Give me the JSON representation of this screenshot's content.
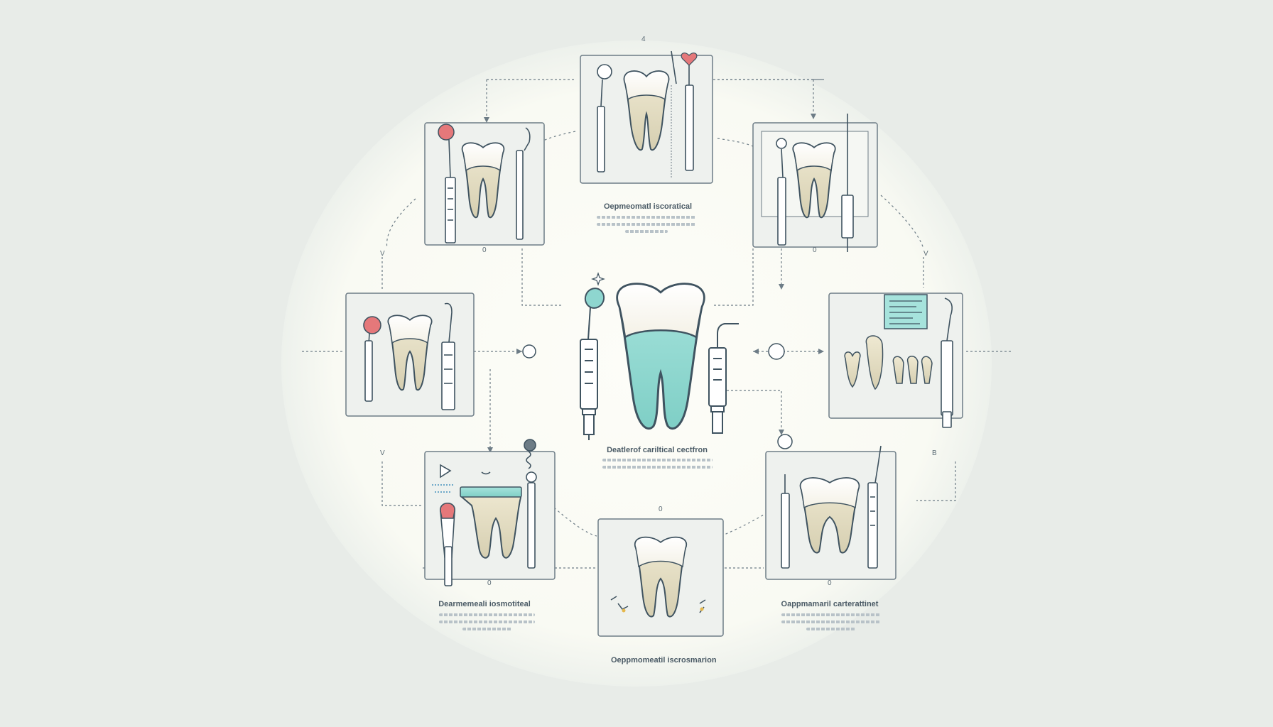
{
  "colors": {
    "background": "#e8ece8",
    "halo": "#fbfbf5",
    "panel_fill": "#eef1ee",
    "panel_stroke": "#6d7c86",
    "outline": "#3f5360",
    "tooth_fill": "#fbfaf4",
    "root_fill": "#ddd7bd",
    "accent_teal": "#8ed6cf",
    "accent_red": "#e5787a",
    "connector": "#6d7c86"
  },
  "center": {
    "icon": "tooth-icon",
    "tools": [
      "dental-mirror-icon",
      "syringe-icon",
      "scaler-icon"
    ],
    "caption_title": "Deatlerof cariltical cectfron",
    "caption_lines": 2
  },
  "steps": [
    {
      "id": "top",
      "icon": "tooth-with-mirror-and-probe-icon",
      "accent": "heart-icon",
      "caption_title": "Oepmeomatl iscoratical",
      "caption_lines": 3,
      "marker": "4"
    },
    {
      "id": "top-left",
      "icon": "tooth-with-mirror-and-syringe-icon",
      "accent": "red-mirror-icon",
      "marker": "0"
    },
    {
      "id": "top-right",
      "icon": "tooth-with-forceps-and-syringe-icon",
      "marker": "0"
    },
    {
      "id": "mid-left",
      "icon": "tooth-with-mirror-and-scaler-icon",
      "marker": "V"
    },
    {
      "id": "mid-right",
      "icon": "x-ray-and-teeth-icon",
      "accent": "x-ray-screen-icon"
    },
    {
      "id": "bottom-left",
      "icon": "crown-restoration-icon",
      "accent": "play-icon",
      "caption_title": "Dearmemeali iosmotiteal",
      "caption_lines": 3,
      "marker": "0"
    },
    {
      "id": "bottom",
      "icon": "tooth-with-brackets-icon",
      "caption_title": "Oeppmomeatil iscrosmarion",
      "caption_lines": 0,
      "marker": "0"
    },
    {
      "id": "bottom-right",
      "icon": "tooth-with-probe-and-scaler-icon",
      "caption_title": "Oappmamaril carterattinet",
      "caption_lines": 3,
      "marker": "0"
    }
  ],
  "side_markers": [
    "V",
    "V",
    "B"
  ]
}
